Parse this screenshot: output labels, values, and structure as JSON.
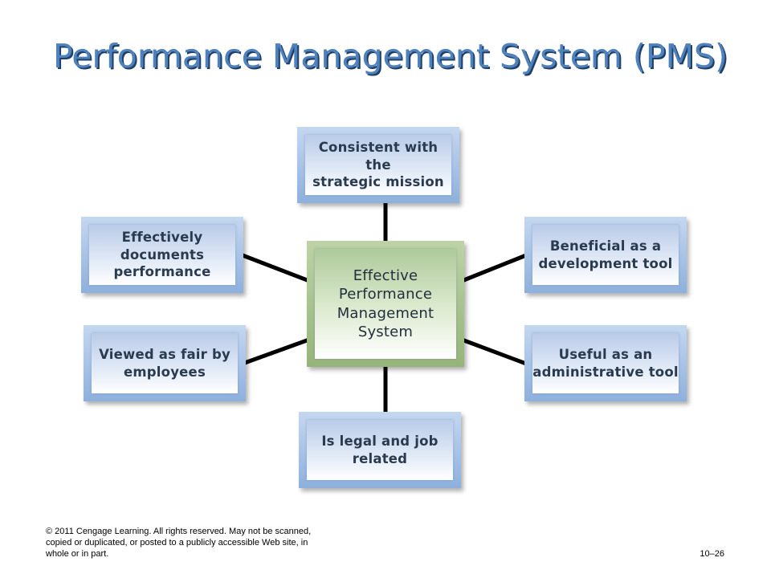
{
  "title": "Performance Management System (PMS)",
  "center": {
    "label": "Effective\nPerformance\nManagement\nSystem"
  },
  "nodes": {
    "top": "Consistent with the\nstrategic mission",
    "upper_left": "Effectively\ndocuments\nperformance",
    "lower_left": "Viewed as fair by\nemployees",
    "upper_right": "Beneficial as a\ndevelopment tool",
    "lower_right": "Useful as an\nadministrative tool",
    "bottom": "Is legal and job\nrelated"
  },
  "footer": {
    "copyright": "© 2011 Cengage Learning. All rights reserved. May not be scanned,\ncopied or duplicated, or posted to a publicly accessible Web  site, in\nwhole or in part.",
    "page_number": "10–26"
  },
  "colors": {
    "title": "#4f81bd",
    "blue_box": "#8eb0dd",
    "green_box": "#95b47a",
    "connector": "#000000"
  }
}
